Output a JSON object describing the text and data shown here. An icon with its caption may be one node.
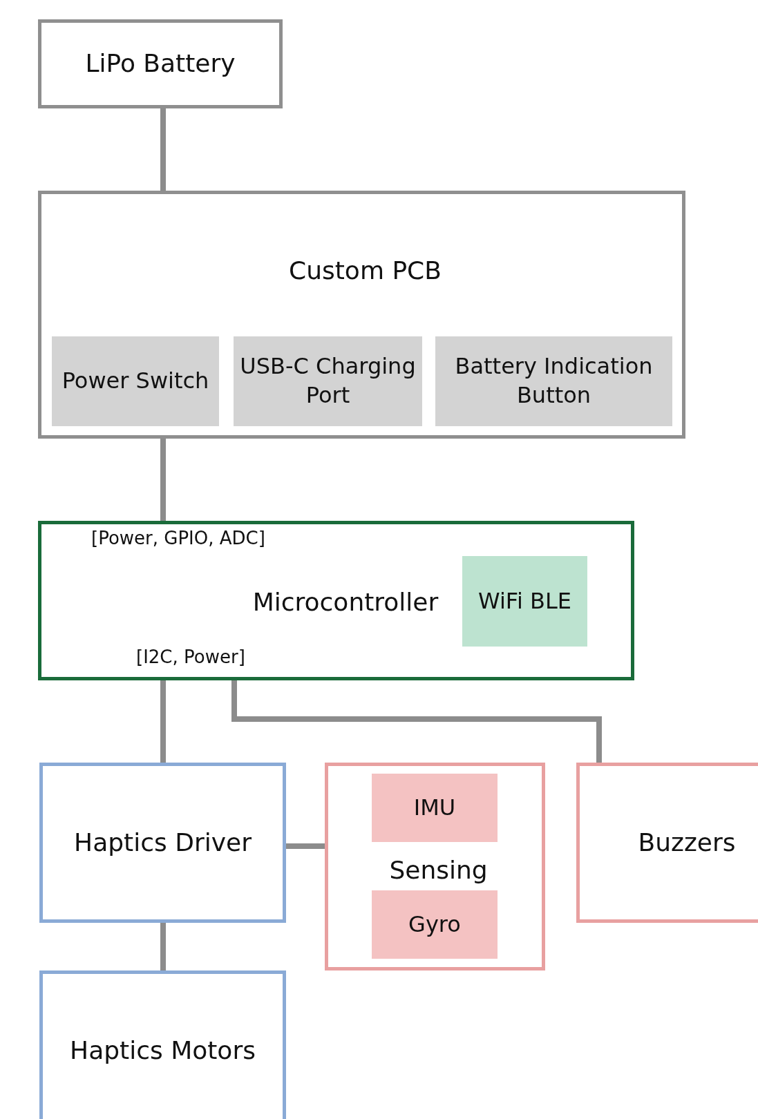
{
  "diagram": {
    "nodes": [
      {
        "text": [
          "LiPo Battery"
        ]
      },
      {
        "text": [
          "Custom PCB"
        ]
      },
      {
        "text": [
          "Power Switch"
        ],
        "in": 1
      },
      {
        "text": [
          "USB-C Charging Port"
        ],
        "in": 1
      },
      {
        "text": [
          "Battery Indication Button"
        ],
        "in": 1
      },
      {
        "text": [
          "Microcontroller"
        ]
      },
      {
        "text": [
          "WiFi BLE"
        ],
        "in": 5
      },
      {
        "text": [
          "Haptics Driver"
        ]
      },
      {
        "text": [
          "Sensing"
        ]
      },
      {
        "text": [
          "IMU"
        ],
        "in": 8
      },
      {
        "text": [
          "Gyro"
        ],
        "in": 8
      },
      {
        "text": [
          "Buzzers"
        ]
      },
      {
        "text": [
          "Haptics Motors"
        ]
      }
    ],
    "edges": [
      {
        "from": 0,
        "to": 1,
        "arrow": "none"
      },
      {
        "from": 1,
        "to": 5,
        "arrow": "none"
      },
      {
        "from": 5,
        "to": 7,
        "arrow": "none"
      },
      {
        "from": 5,
        "to": 11,
        "arrow": "none"
      },
      {
        "from": 7,
        "to": 8,
        "arrow": "none"
      },
      {
        "from": 7,
        "to": 12,
        "arrow": "none"
      }
    ],
    "labels": [
      "[Power, GPIO, ADC]",
      "[I2C, Power]"
    ]
  }
}
